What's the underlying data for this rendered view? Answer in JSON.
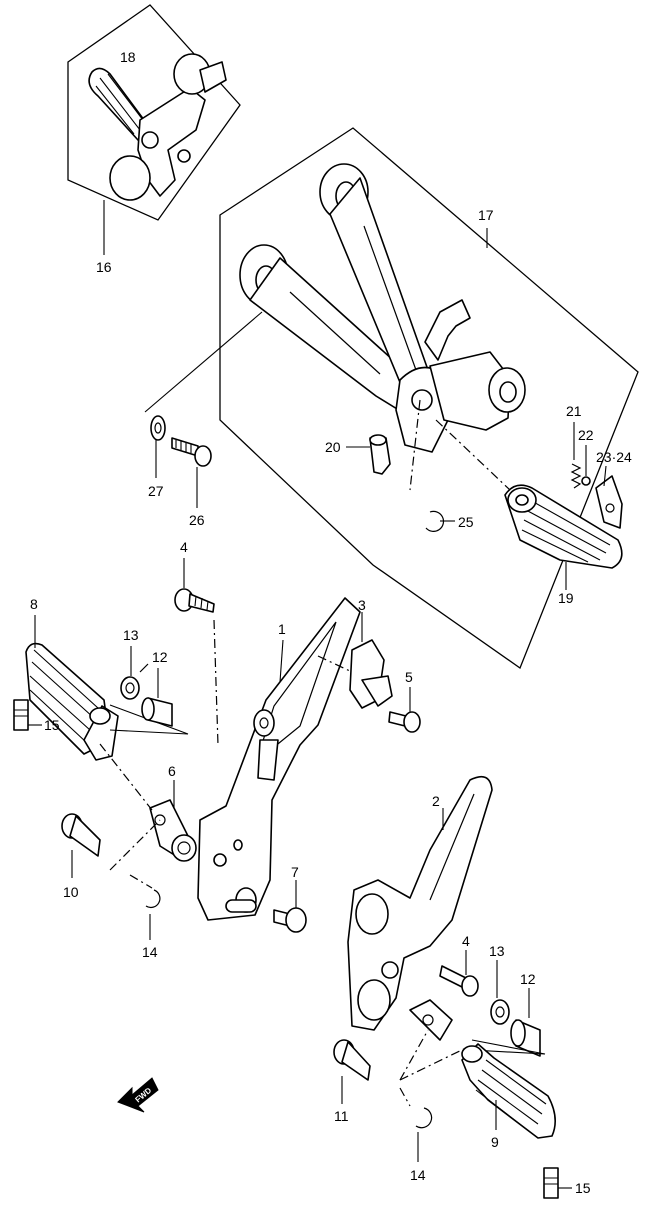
{
  "callouts": {
    "c1": "1",
    "c2": "2",
    "c3": "3",
    "c4a": "4",
    "c4b": "4",
    "c5": "5",
    "c6": "6",
    "c7": "7",
    "c8": "8",
    "c9": "9",
    "c10": "10",
    "c11": "11",
    "c12a": "12",
    "c12b": "12",
    "c13a": "13",
    "c13b": "13",
    "c14a": "14",
    "c14b": "14",
    "c15a": "15",
    "c15b": "15",
    "c16": "16",
    "c17": "17",
    "c18": "18",
    "c19": "19",
    "c20": "20",
    "c21": "21",
    "c22": "22",
    "c2324": "23·24",
    "c25": "25",
    "c26": "26",
    "c27": "27"
  },
  "direction_marker": "FWD"
}
